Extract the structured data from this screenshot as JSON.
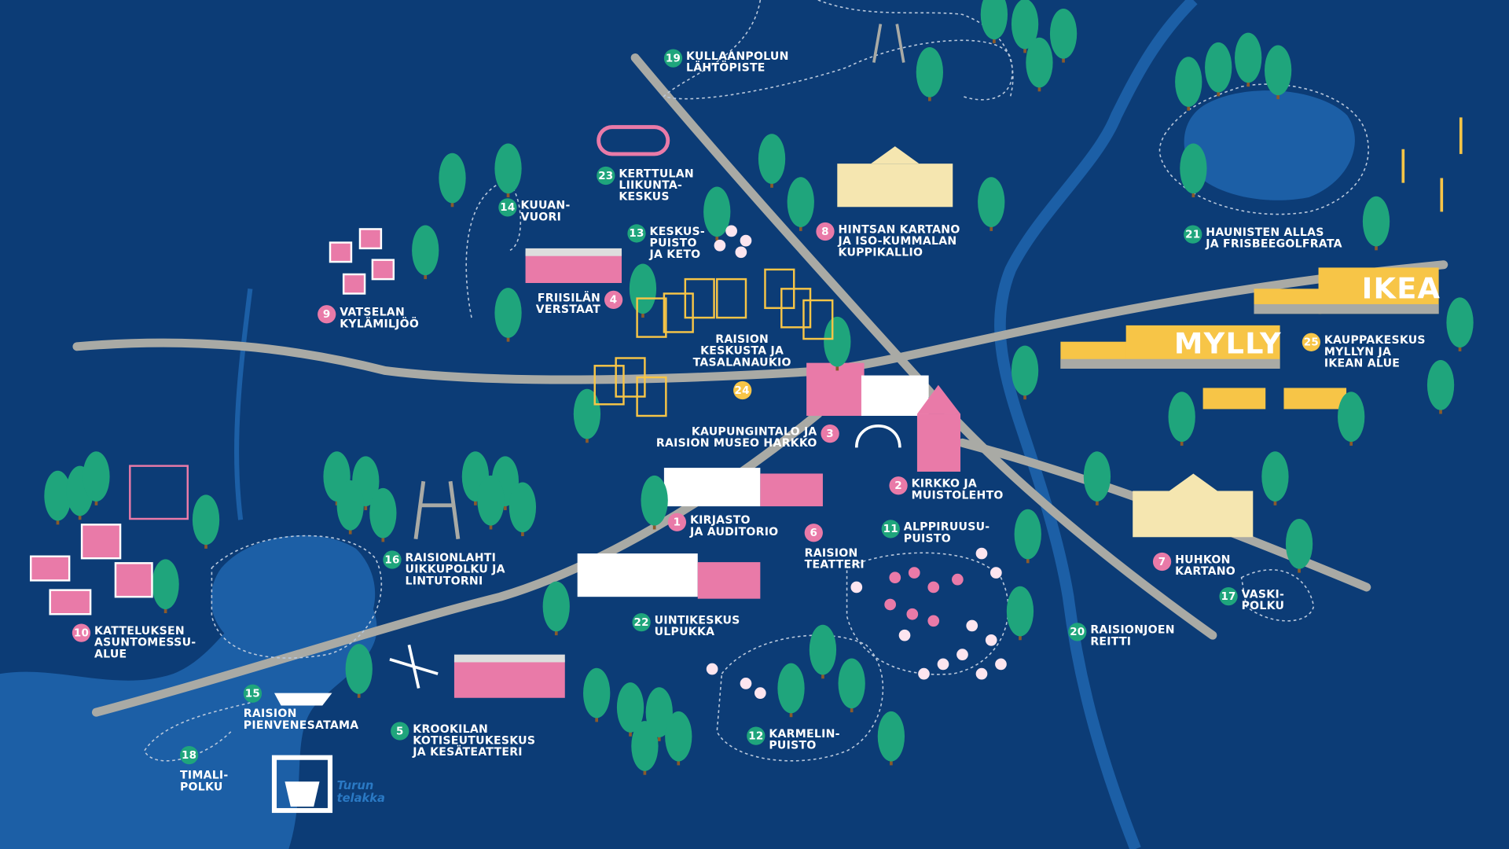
{
  "colors": {
    "background": "#0c3c76",
    "water": "#1c5fa6",
    "road": "#a9aaa5",
    "pink": "#e97aa8",
    "green": "#1fa57c",
    "yellow": "#f7c547",
    "tree": "#1fa57c"
  },
  "stores": {
    "ikea": "IKEA",
    "mylly": "MYLLY"
  },
  "shipyard": {
    "label": "Turun\ntelakka",
    "icon": "ship-icon"
  },
  "places": [
    {
      "n": "19",
      "label": "KULLAANPOLUN\nLÄHTÖPISTE",
      "color": "green"
    },
    {
      "n": "23",
      "label": "KERTTULAN\nLIIKUNTA-\nKESKUS",
      "color": "green"
    },
    {
      "n": "14",
      "label": "KUUAN-\nVUORI",
      "color": "green"
    },
    {
      "n": "13",
      "label": "KESKUS-\nPUISTO\nJA KETO",
      "color": "green"
    },
    {
      "n": "8",
      "label": "HINTSAN KARTANO\nJA ISO-KUMMALAN\nKUPPIKALLIO",
      "color": "pink"
    },
    {
      "n": "21",
      "label": "HAUNISTEN ALLAS\nJA FRISBEEGOLFRATA",
      "color": "green"
    },
    {
      "n": "9",
      "label": "VATSELAN\nKYLÄMILJÖÖ",
      "color": "pink"
    },
    {
      "n": "4",
      "label": "FRIISILÄN\nVERSTAAT",
      "color": "pink"
    },
    {
      "n": "24",
      "label": "RAISION\nKESKUSTA JA\nTASALANAUKIO",
      "color": "yellow"
    },
    {
      "n": "25",
      "label": "KAUPPAKESKUS\nMYLLYN JA\nIKEAN ALUE",
      "color": "yellow"
    },
    {
      "n": "3",
      "label": "KAUPUNGINTALO JA\nRAISION MUSEO HARKKO",
      "color": "pink"
    },
    {
      "n": "2",
      "label": "KIRKKO JA\nMUISTOLEHTO",
      "color": "pink"
    },
    {
      "n": "1",
      "label": "KIRJASTO\nJA AUDITORIO",
      "color": "pink"
    },
    {
      "n": "6",
      "label": "RAISION\nTEATTERI",
      "color": "pink"
    },
    {
      "n": "11",
      "label": "ALPPIRUUSU-\nPUISTO",
      "color": "green"
    },
    {
      "n": "7",
      "label": "HUHKON\nKARTANO",
      "color": "pink"
    },
    {
      "n": "16",
      "label": "RAISIONLAHTI\nUIKKUPOLKU JA\nLINTUTORNI",
      "color": "green"
    },
    {
      "n": "17",
      "label": "VASKI-\nPOLKU",
      "color": "green"
    },
    {
      "n": "10",
      "label": "KATTELUKSEN\nASUNTOMESSU-\nALUE",
      "color": "pink"
    },
    {
      "n": "22",
      "label": "UINTIKESKUS\nULPUKKA",
      "color": "green"
    },
    {
      "n": "20",
      "label": "RAISIONJOEN\nREITTI",
      "color": "green"
    },
    {
      "n": "15",
      "label": "RAISION\nPIENVENESATAMA",
      "color": "green"
    },
    {
      "n": "5",
      "label": "KROOKILAN\nKOTISEUTUKESKUS\nJA KESÄTEATTERI",
      "color": "green"
    },
    {
      "n": "12",
      "label": "KARMELIN-\nPUISTO",
      "color": "green"
    },
    {
      "n": "18",
      "label": "TIMALI-\nPOLKU",
      "color": "green"
    }
  ]
}
